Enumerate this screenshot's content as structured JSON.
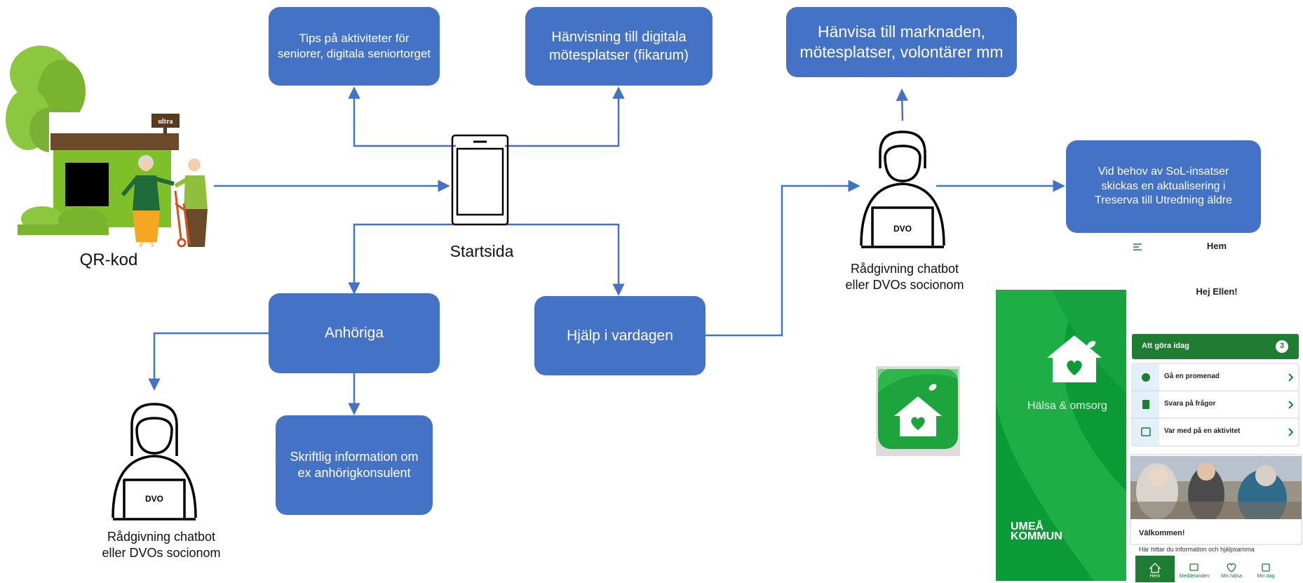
{
  "boxes": {
    "tips": "Tips på aktiviteter för seniorer, digitala seniortorget",
    "digital": "Hänvisning till digitala mötesplatser (fikarum)",
    "market": "Hänvisa till marknaden, mötesplatser, volontärer mm",
    "sol": "Vid behov av SoL-insatser skickas en aktualisering i Treserva till Utredning äldre",
    "relatives": "Anhöriga",
    "help": "Hjälp i vardagen",
    "written": "Skriftlig information om ex anhörigkonsulent"
  },
  "labels": {
    "qr": "QR-kod",
    "start": "Startsida",
    "advice_right": "Rådgivning chatbot\neller DVOs socionom",
    "advice_left": "Rådgivning chatbot\neller DVOs socionom",
    "dvo": "DVO",
    "shop_sign": "ultra"
  },
  "app": {
    "header_title": "Hem",
    "greeting": "Hej Ellen!",
    "splash_name": "Hälsa & omsorg",
    "splash_brand_1": "UMEÅ",
    "splash_brand_2": "KOMMUN",
    "todo_title": "Att göra idag",
    "todo_count": "3",
    "tasks": [
      "Gå en promenad",
      "Svara på frågor",
      "Var med på en aktivitet"
    ],
    "welcome_title": "Välkommen!",
    "welcome_text": "Här hittar du information och hjälpsamma",
    "nav": [
      "Hem",
      "Meddelanden",
      "Min hälsa",
      "Min dag"
    ]
  },
  "colors": {
    "box_blue": "#4472c4",
    "line_blue": "#4472c4",
    "app_green": "#1e7d32",
    "bright_green": "#19a83c"
  }
}
